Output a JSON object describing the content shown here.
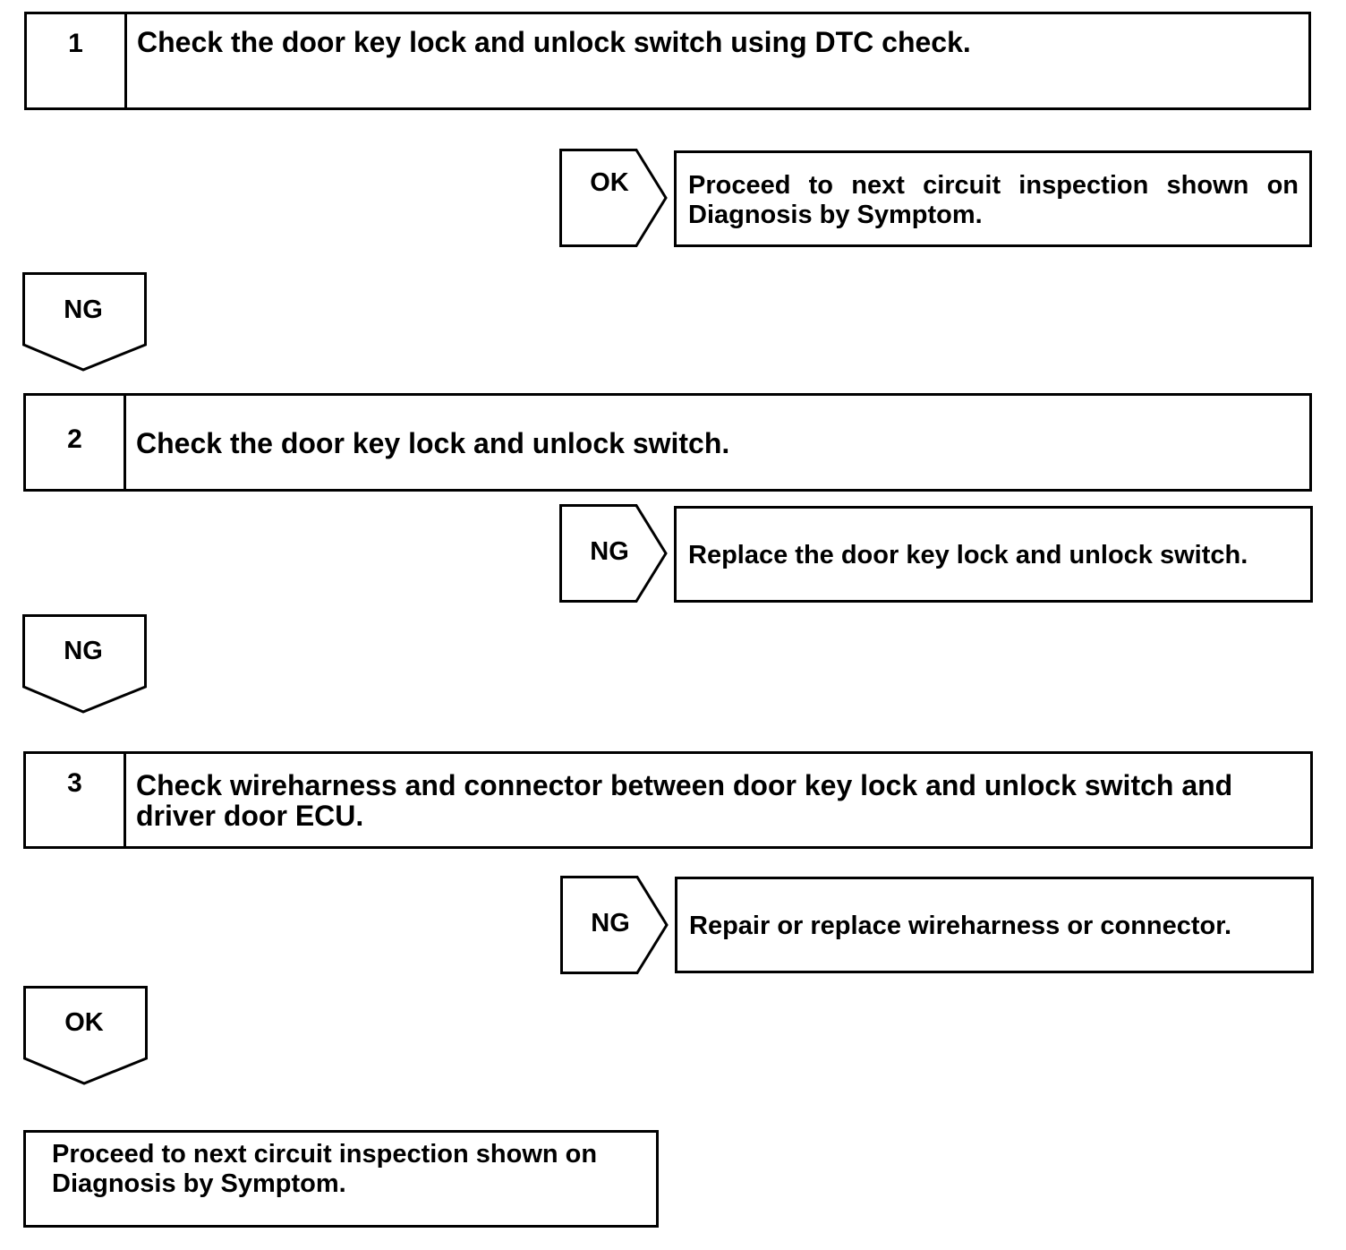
{
  "steps": [
    {
      "number": "1",
      "text": "Check the door key lock and unlock switch using DTC check."
    },
    {
      "number": "2",
      "text": "Check the door key lock and unlock switch."
    },
    {
      "number": "3",
      "text": "Check wireharness and connector between door key lock and unlock switch and driver door ECU."
    }
  ],
  "branches": [
    {
      "label": "OK",
      "action": "Proceed to next circuit inspection shown on Diagnosis by Symptom."
    },
    {
      "label": "NG",
      "action": "Replace the door key lock and unlock switch."
    },
    {
      "label": "NG",
      "action": "Repair or replace wireharness or connector."
    }
  ],
  "flow": [
    {
      "label": "NG"
    },
    {
      "label": "NG"
    },
    {
      "label": "OK"
    }
  ],
  "final": {
    "text": "Proceed to next circuit inspection shown on Diagnosis by Symptom."
  }
}
